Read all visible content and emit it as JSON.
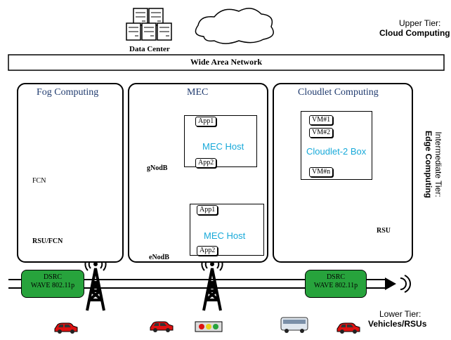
{
  "tiers": {
    "upper": {
      "line1": "Upper Tier:",
      "line2": "Cloud Computing"
    },
    "intermediate": {
      "line1": "Intermediate Tier:",
      "line2": "Edge Computing"
    },
    "lower": {
      "line1": "Lower Tier:",
      "line2": "Vehicles/RSUs"
    }
  },
  "cloud": {
    "data_center": "Data Center",
    "wan": "Wide Area Network"
  },
  "fog": {
    "title": "Fog Computing",
    "fcn": "FCN",
    "rsu_fcn": "RSU/FCN"
  },
  "mec": {
    "title": "MEC",
    "gnodb": "gNodB",
    "enodb": "eNodB",
    "host1": {
      "label": "MEC Host",
      "apps": [
        "App1",
        "App2"
      ]
    },
    "host2": {
      "label": "MEC Host",
      "apps": [
        "App1",
        "App2"
      ]
    }
  },
  "cloudlet": {
    "title": "Cloudlet Computing",
    "box_label": "Cloudlet-2 Box",
    "vms": [
      "VM#1",
      "VM#2",
      "VM#n"
    ],
    "rsu": "RSU"
  },
  "road": {
    "dsrc_left": {
      "line1": "DSRC",
      "line2": "WAVE 802.11p"
    },
    "dsrc_right": {
      "line1": "DSRC",
      "line2": "WAVE 802.11p"
    }
  },
  "colors": {
    "car": "#d11",
    "fog_road": "#cfcfcf",
    "dsrc": "#27a33c",
    "title": "#1f3a6e",
    "cyan": "#17a9d9"
  }
}
